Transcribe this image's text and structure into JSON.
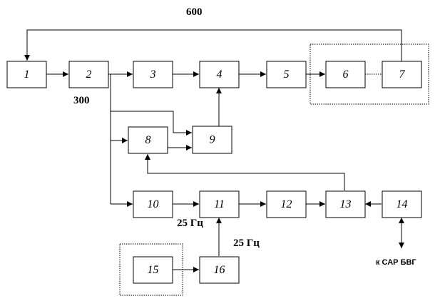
{
  "blocks": {
    "b1": "1",
    "b2": "2",
    "b3": "3",
    "b4": "4",
    "b5": "5",
    "b6": "6",
    "b7": "7",
    "b8": "8",
    "b9": "9",
    "b10": "10",
    "b11": "11",
    "b12": "12",
    "b13": "13",
    "b14": "14",
    "b15": "15",
    "b16": "16"
  },
  "labels": {
    "top": "600",
    "mid": "300",
    "freq_a": "25 Гц",
    "freq_b": "25 Гц",
    "output": "к САР БВГ"
  }
}
